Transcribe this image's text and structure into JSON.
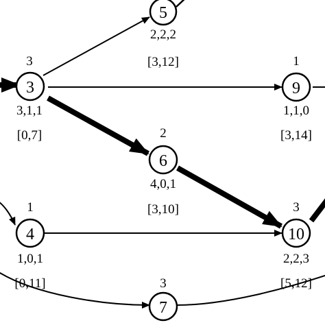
{
  "nodes": {
    "n3": {
      "id": "3",
      "top": "3",
      "triple": "3,1,1",
      "interval": "[0,7]"
    },
    "n4": {
      "id": "4",
      "top": "1",
      "triple": "1,0,1",
      "interval": "[0,11]"
    },
    "n5": {
      "id": "5",
      "top": "",
      "triple": "2,2,2",
      "interval": "[3,12]"
    },
    "n6": {
      "id": "6",
      "top": "2",
      "triple": "4,0,1",
      "interval": "[3,10]"
    },
    "n7": {
      "id": "7",
      "top": "3",
      "triple": "",
      "interval": ""
    },
    "n9": {
      "id": "9",
      "top": "1",
      "triple": "1,1,0",
      "interval": "[3,14]"
    },
    "n10": {
      "id": "10",
      "top": "3",
      "triple": "2,2,3",
      "interval": "[5,12]"
    }
  },
  "edges": [
    {
      "from": "3",
      "to": "5",
      "bold": false
    },
    {
      "from": "3",
      "to": "9",
      "bold": false
    },
    {
      "from": "3",
      "to": "6",
      "bold": true
    },
    {
      "from": "6",
      "to": "10",
      "bold": true
    },
    {
      "from": "4",
      "to": "10",
      "bold": false
    }
  ]
}
